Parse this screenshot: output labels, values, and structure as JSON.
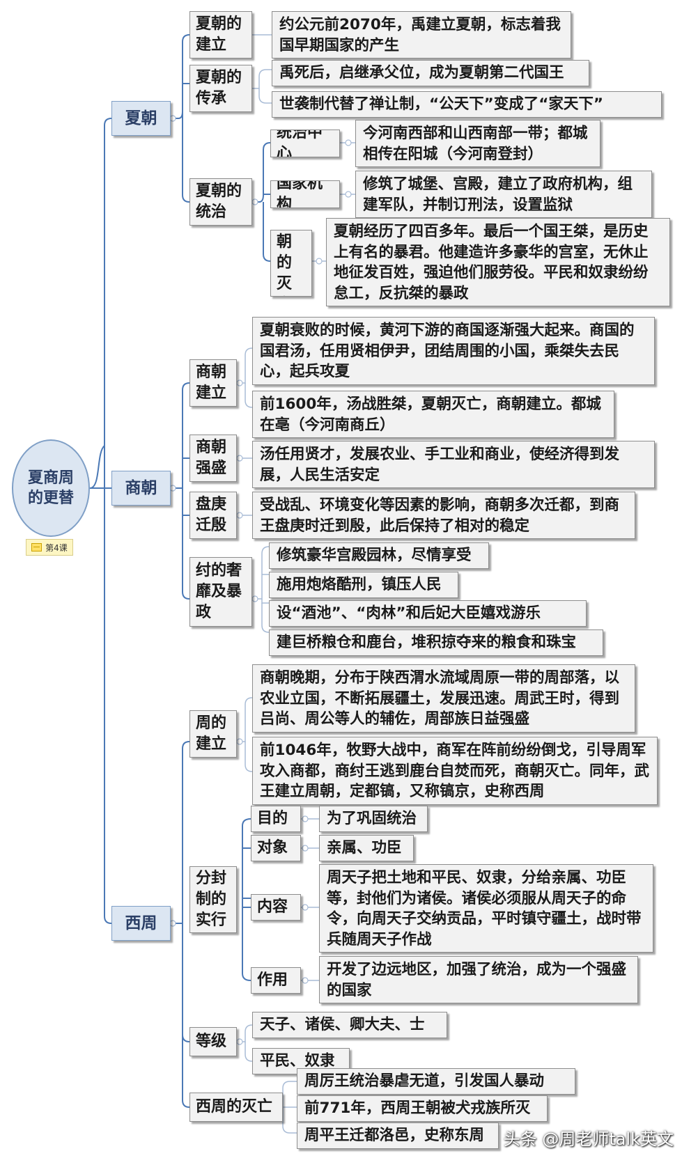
{
  "root": {
    "title": "夏商周的更替",
    "lesson_badge": "第4课"
  },
  "watermark": "头条 @周老师talk英文",
  "branches": {
    "xia": {
      "label": "夏朝",
      "founding": {
        "label": "夏朝的建立",
        "items": [
          "约公元前2070年，禹建立夏朝，标志着我国早期国家的产生"
        ]
      },
      "succession": {
        "label": "夏朝的传承",
        "items": [
          "禹死后，启继承父位，成为夏朝第二代国王",
          "世袭制代替了禅让制，“公天下”变成了“家天下”"
        ]
      },
      "rule": {
        "label": "夏朝的统治",
        "center": {
          "label": "统治中心",
          "text": "今河南西部和山西南部一带；都城相传在阳城（今河南登封）"
        },
        "state": {
          "label": "国家机构",
          "text": "修筑了城堡、宫殿，建立了政府机构，组建军队，并制订刑法，设置监狱"
        },
        "fall": {
          "label": "夏朝的灭亡",
          "text": "夏朝经历了四百多年。最后一个国王桀，是历史上有名的暴君。他建造许多豪华的宫室，无休止地征发百姓，强迫他们服劳役。平民和奴隶纷纷怠工，反抗桀的暴政"
        }
      }
    },
    "shang": {
      "label": "商朝",
      "founding": {
        "label": "商朝建立",
        "items": [
          "夏朝衰败的时候，黄河下游的商国逐渐强大起来。商国的国君汤，任用贤相伊尹，团结周围的小国，乘桀失去民心，起兵攻夏",
          "前1600年，汤战胜桀，夏朝灭亡，商朝建立。都城在亳（今河南商丘）"
        ]
      },
      "prosper": {
        "label": "商朝强盛",
        "items": [
          "汤任用贤才，发展农业、手工业和商业，使经济得到发展，人民生活安定"
        ]
      },
      "pangeng": {
        "label": "盘庚迁殷",
        "items": [
          "受战乱、环境变化等因素的影响，商朝多次迁都，到商王盘庚时迁到殷，此后保持了相对的稳定"
        ]
      },
      "tyranny": {
        "label": "纣的奢靡及暴政",
        "items": [
          "修筑豪华宫殿园林，尽情享受",
          "施用炮烙酷刑，镇压人民",
          "设“酒池”、“肉林”和后妃大臣嬉戏游乐",
          "建巨桥粮仓和鹿台，堆积掠夺来的粮食和珠宝"
        ]
      }
    },
    "xizhou": {
      "label": "西周",
      "founding": {
        "label": "周的建立",
        "items": [
          "商朝晚期，分布于陕西渭水流域周原一带的周部落，以农业立国，不断拓展疆土，发展迅速。周武王时，得到吕尚、周公等人的辅佐，周部族日益强盛",
          "前1046年，牧野大战中，商军在阵前纷纷倒戈，引导周军攻入商都，商纣王逃到鹿台自焚而死，商朝灭亡。同年，武王建立周朝，定都镐，又称镐京，史称西周"
        ]
      },
      "fengjian": {
        "label": "分封制的实行",
        "purpose": {
          "label": "目的",
          "text": "为了巩固统治"
        },
        "target": {
          "label": "对象",
          "text": "亲属、功臣"
        },
        "content": {
          "label": "内容",
          "text": "周天子把土地和平民、奴隶，分给亲属、功臣等，封他们为诸侯。诸侯必须服从周天子的命令，向周天子交纳贡品，平时镇守疆土，战时带兵随周天子作战"
        },
        "effect": {
          "label": "作用",
          "text": "开发了边远地区，加强了统治，成为一个强盛的国家"
        }
      },
      "rank": {
        "label": "等级",
        "items": [
          "天子、诸侯、卿大夫、士",
          "平民、奴隶"
        ]
      },
      "fall": {
        "label": "西周的灭亡",
        "items": [
          "周厉王统治暴虐无道，引发国人暴动",
          "前771年，西周王朝被犬戎族所灭",
          "周平王迁都洛邑，史称东周"
        ]
      }
    }
  }
}
